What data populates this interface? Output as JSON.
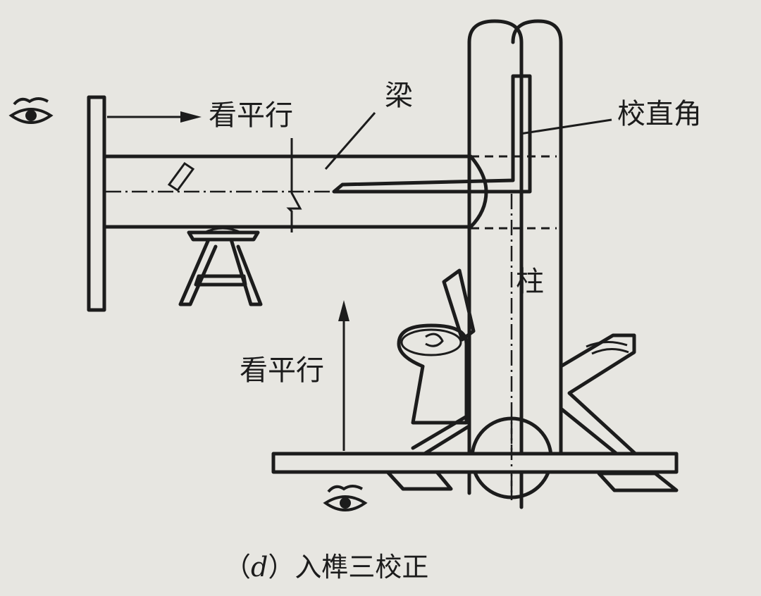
{
  "labels": {
    "look_parallel_top": "看平行",
    "beam": "梁",
    "square_check": "校直角",
    "column": "柱",
    "look_parallel_bottom": "看平行",
    "caption_prefix": "（",
    "caption_letter": "d",
    "caption_suffix": "）入榫三校正"
  },
  "icons": {
    "eye_top": "eye-icon",
    "eye_bottom": "eye-icon"
  },
  "colors": {
    "ink": "#1c1c1c",
    "paper": "#e7e6e1"
  }
}
